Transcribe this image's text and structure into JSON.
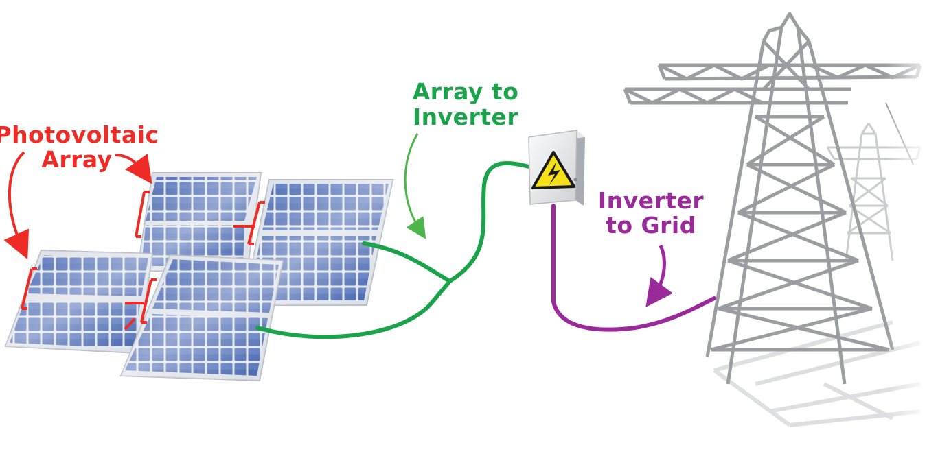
{
  "labels": {
    "photovoltaic_line1": "Photovoltaic",
    "photovoltaic_line2": "Array",
    "array_to_inverter_line1": "Array to",
    "array_to_inverter_line2": "Inverter",
    "inverter_to_grid_line1": "Inverter",
    "inverter_to_grid_line2": "to Grid"
  },
  "colors": {
    "photovoltaic": "#ee2b24",
    "array_to_inverter": "#1aa34a",
    "inverter_to_grid": "#9a2a9a",
    "panel_cell": "#3b5fae",
    "panel_frame": "#e6e8ec",
    "tower_steel": "#9a9ca0"
  },
  "icons": {
    "inverter": "high-voltage-warning-icon",
    "grid": "transmission-tower-icon",
    "array": "solar-panel-icon"
  }
}
